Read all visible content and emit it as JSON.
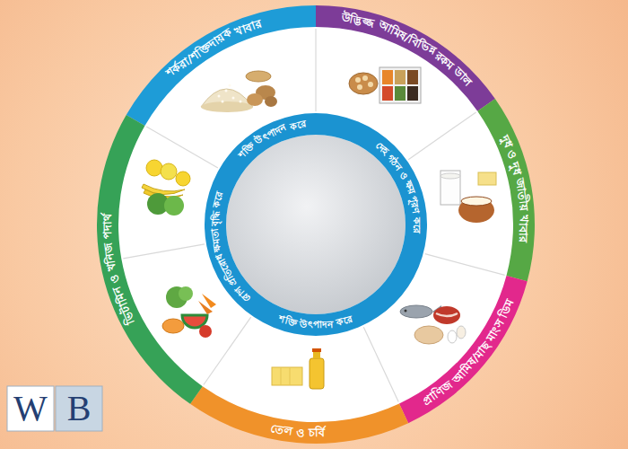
{
  "diagram": {
    "nodes": [
      {
        "text": [
          "শর্করা/শক্তিদায়ক খাবার"
        ]
      },
      {
        "text": [
          "উদ্ভিজ্জ আমিষ/বিভিন্ন রকম ডাল"
        ]
      },
      {
        "text": [
          "দুধ ও দুধ জাতীয় খাবার"
        ]
      },
      {
        "text": [
          "প্রাণিজ আমিষ/মাছ মাংস ডিম"
        ]
      },
      {
        "text": [
          "তেল ও চর্বি"
        ]
      },
      {
        "text": [
          "ভিটামিন ও খনিজ পদার্থ"
        ]
      },
      {
        "text": [
          "শক্তি উৎপাদন করে",
          "দেহ গঠন ও ক্ষয় পূরণ করে",
          "শক্তি উৎপাদন করে",
          "রোগ প্রতিরোধ ক্ষমতা বৃদ্ধি করে"
        ]
      }
    ],
    "labels": [
      "W",
      "B"
    ]
  }
}
